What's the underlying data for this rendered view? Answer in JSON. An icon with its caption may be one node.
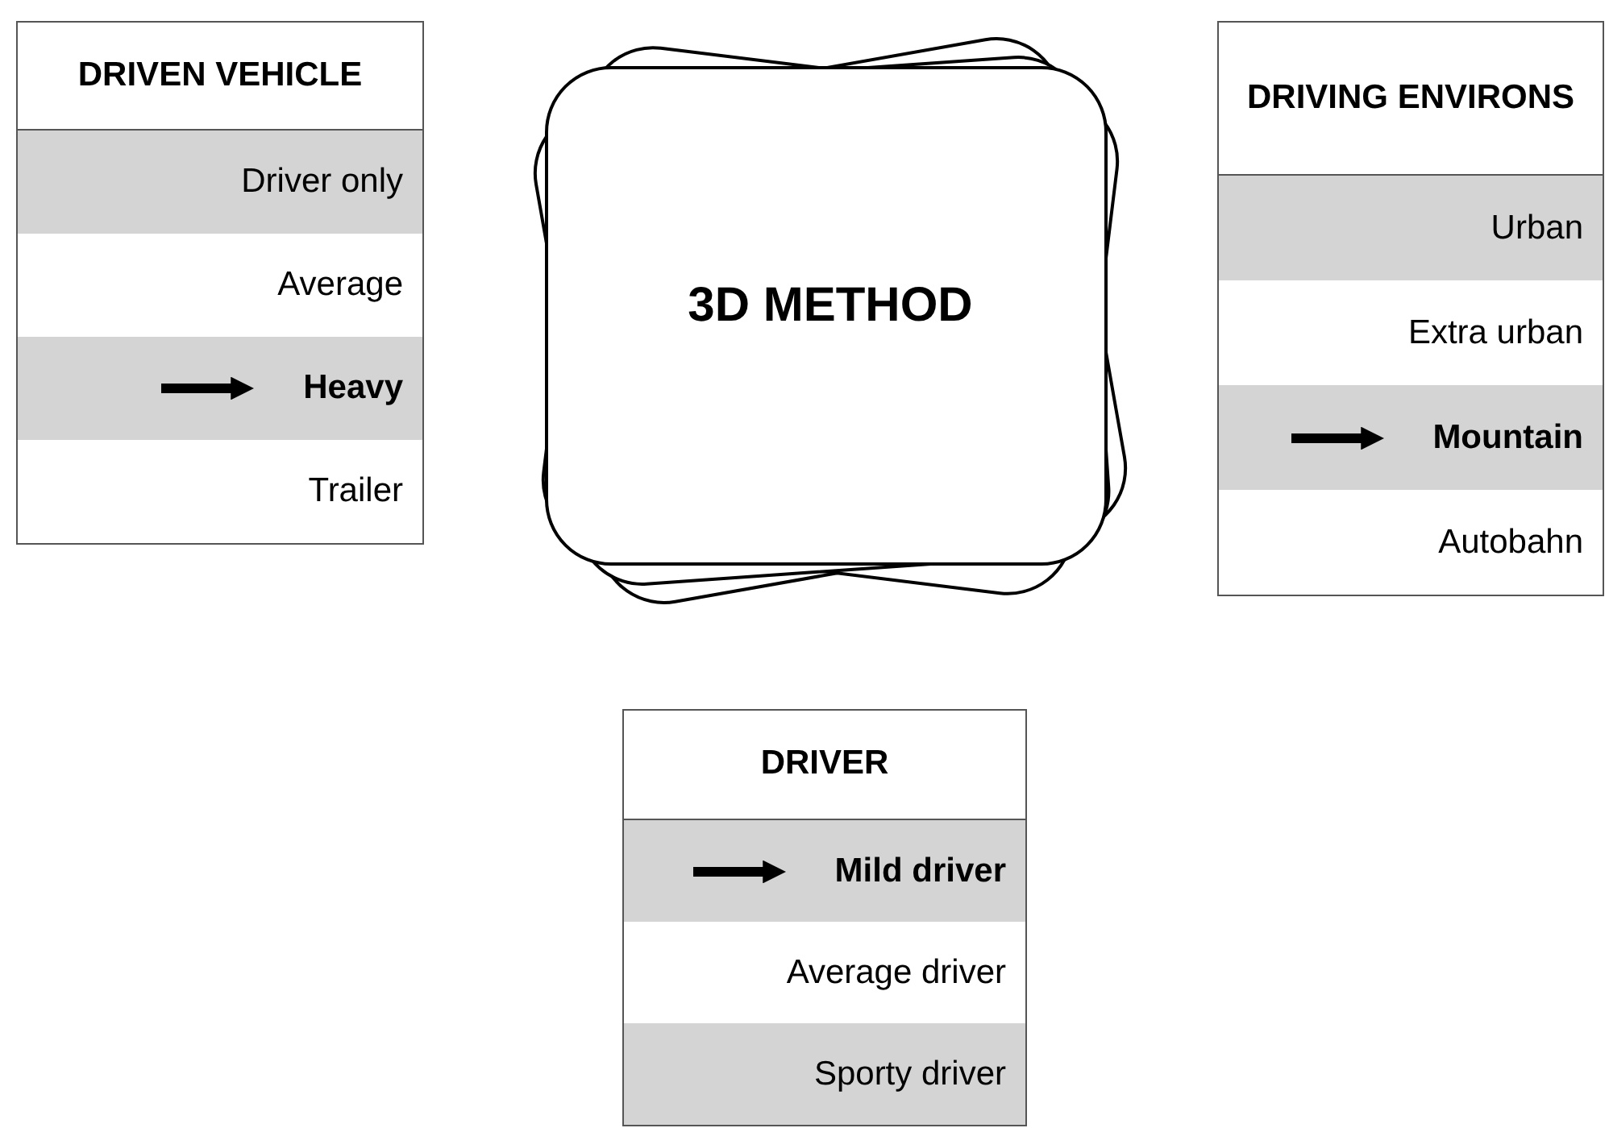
{
  "diagram": {
    "nodes": [
      {
        "text": [
          "DRIVEN VEHICLE"
        ]
      },
      {
        "text": [
          "Driver only"
        ],
        "in": 0
      },
      {
        "text": [
          "Average"
        ],
        "in": 0
      },
      {
        "text": [
          "Heavy"
        ],
        "in": 0
      },
      {
        "text": [
          "Trailer"
        ],
        "in": 0
      },
      {
        "text": [
          "3D METHOD"
        ]
      },
      {
        "text": [
          "DRIVING ENVIRONS"
        ]
      },
      {
        "text": [
          "Urban"
        ],
        "in": 6
      },
      {
        "text": [
          "Extra urban"
        ],
        "in": 6
      },
      {
        "text": [
          "Mountain"
        ],
        "in": 6
      },
      {
        "text": [
          "Autobahn"
        ],
        "in": 6
      },
      {
        "text": [
          "DRIVER"
        ]
      },
      {
        "text": [
          "Mild driver"
        ],
        "in": 11
      },
      {
        "text": [
          "Average driver"
        ],
        "in": 11
      },
      {
        "text": [
          "Sporty driver"
        ],
        "in": 11
      }
    ],
    "edges": [
      {
        "from": null,
        "to": 3,
        "arrow": "to"
      },
      {
        "from": null,
        "to": 9,
        "arrow": "to"
      },
      {
        "from": null,
        "to": 12,
        "arrow": "to"
      }
    ]
  }
}
